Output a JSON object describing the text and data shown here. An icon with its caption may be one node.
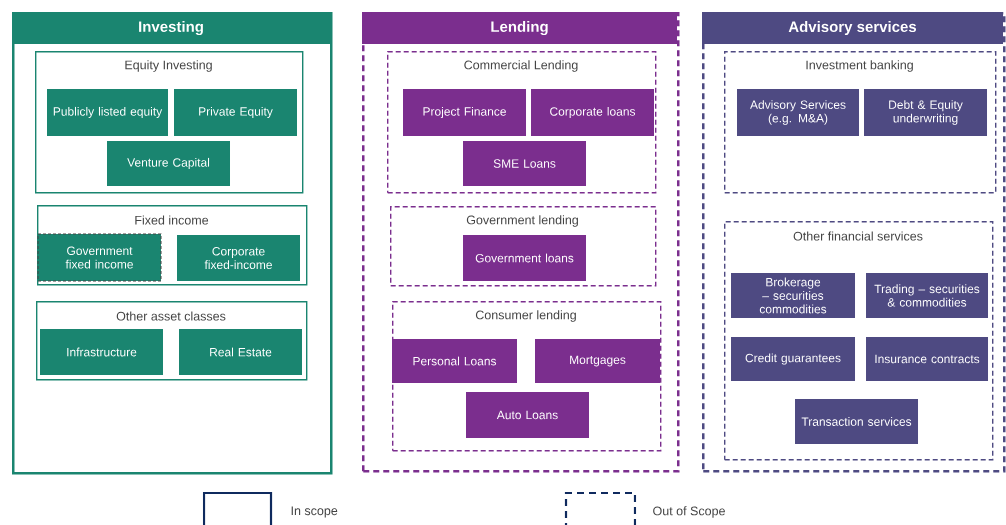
{
  "diagram": {
    "nodes": [
      {
        "text": [
          "Investing"
        ]
      },
      {
        "text": [
          "Equity Investing"
        ],
        "in": 0
      },
      {
        "text": [
          "Publicly listed equity"
        ],
        "in": 1
      },
      {
        "text": [
          "Private Equity"
        ],
        "in": 1
      },
      {
        "text": [
          "Venture Capital"
        ],
        "in": 1
      },
      {
        "text": [
          "Fixed income"
        ],
        "in": 0
      },
      {
        "text": [
          "Government fixed income"
        ],
        "in": 5
      },
      {
        "text": [
          "Corporate fixed-income"
        ],
        "in": 5
      },
      {
        "text": [
          "Other asset classes"
        ],
        "in": 0
      },
      {
        "text": [
          "Infrastructure"
        ],
        "in": 8
      },
      {
        "text": [
          "Real Estate"
        ],
        "in": 8
      },
      {
        "text": [
          "Lending"
        ]
      },
      {
        "text": [
          "Commercial Lending"
        ],
        "in": 11
      },
      {
        "text": [
          "Project Finance"
        ],
        "in": 12
      },
      {
        "text": [
          "Corporate loans"
        ],
        "in": 12
      },
      {
        "text": [
          "SME Loans"
        ],
        "in": 12
      },
      {
        "text": [
          "Government lending"
        ],
        "in": 11
      },
      {
        "text": [
          "Government loans"
        ],
        "in": 16
      },
      {
        "text": [
          "Consumer lending"
        ],
        "in": 11
      },
      {
        "text": [
          "Personal Loans"
        ],
        "in": 18
      },
      {
        "text": [
          "Mortgages"
        ],
        "in": 18
      },
      {
        "text": [
          "Auto Loans"
        ],
        "in": 18
      },
      {
        "text": [
          "Advisory services"
        ]
      },
      {
        "text": [
          "Investment banking"
        ],
        "in": 22
      },
      {
        "text": [
          "Advisory Services (e.g. M&A)"
        ],
        "in": 23
      },
      {
        "text": [
          "Debt & Equity underwriting"
        ],
        "in": 23
      },
      {
        "text": [
          "Other financial services"
        ],
        "in": 22
      },
      {
        "text": [
          "Brokerage – securities commodities"
        ],
        "in": 26
      },
      {
        "text": [
          "Trading – securities & commodities"
        ],
        "in": 26
      },
      {
        "text": [
          "Credit guarantees"
        ],
        "in": 26
      },
      {
        "text": [
          "Insurance contracts"
        ],
        "in": 26
      },
      {
        "text": [
          "Transaction services"
        ],
        "in": 26
      }
    ],
    "legend": [
      {
        "text": "In scope"
      },
      {
        "text": "Out of Scope"
      }
    ]
  }
}
